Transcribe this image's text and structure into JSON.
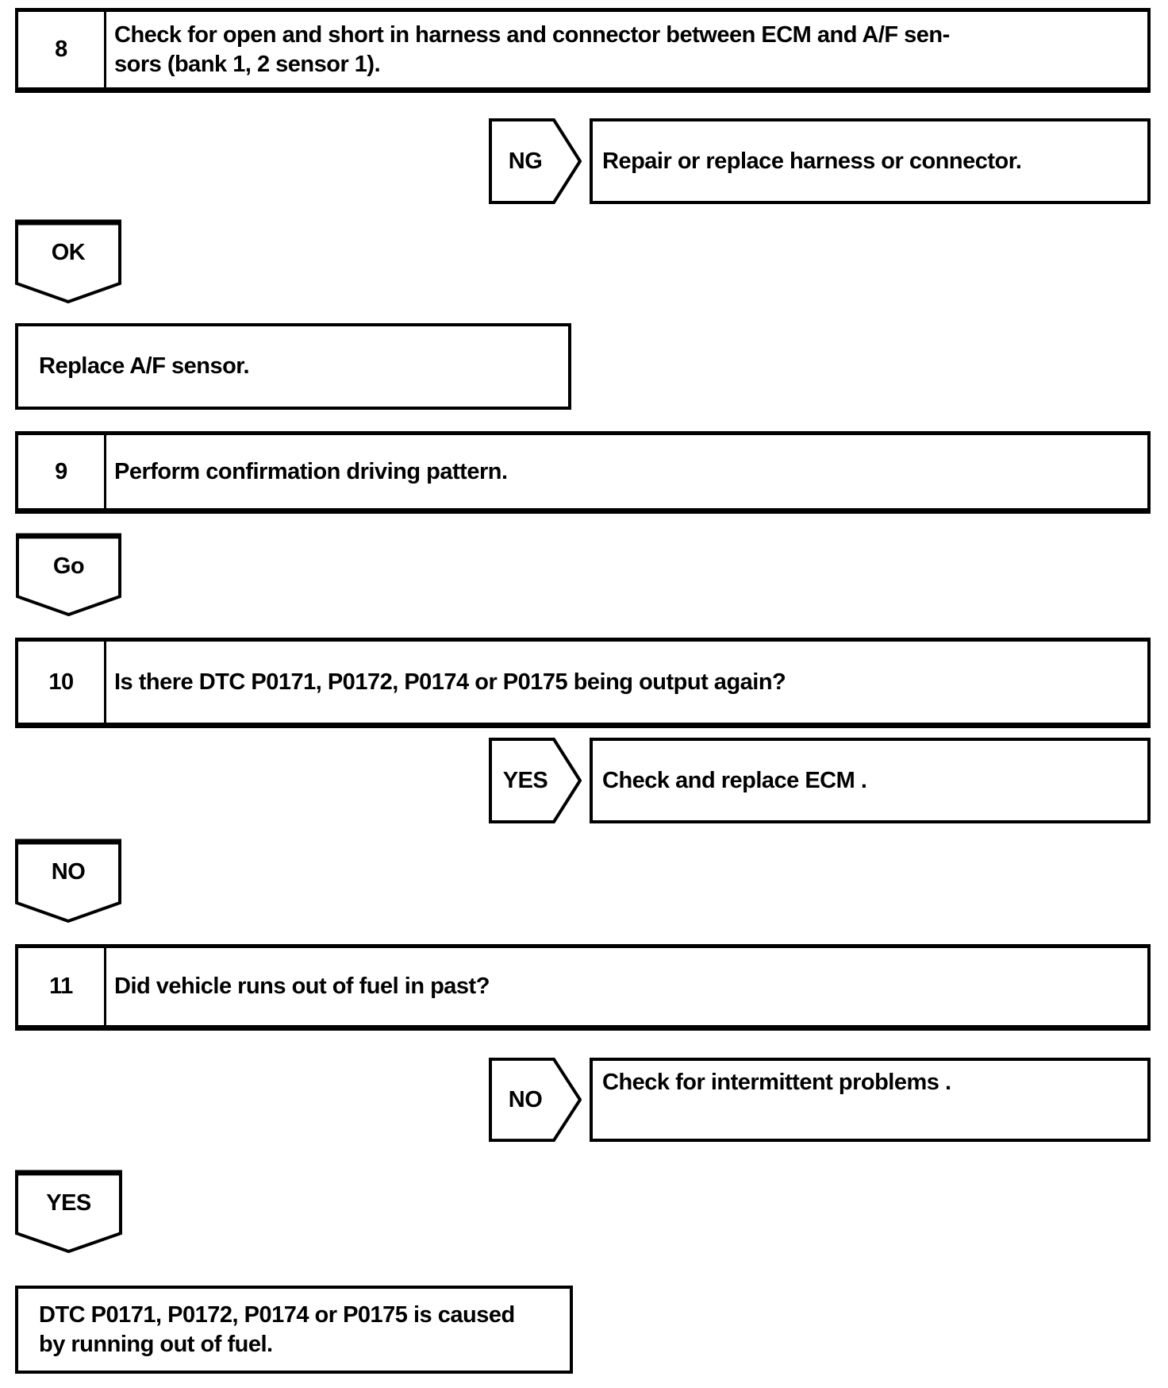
{
  "meta": {
    "background_color": "#ffffff",
    "line_color": "#000000",
    "diagram_type": "troubleshooting-flowchart"
  },
  "nodes": {
    "step8": {
      "number": "8",
      "line1": "Check for open and short in harness and connector between ECM and A/F sen-",
      "line2": "sors (bank 1, 2 sensor 1)."
    },
    "ng_row": {
      "label": "NG",
      "result": "Repair or replace harness or connector."
    },
    "ok": {
      "label": "OK"
    },
    "replace_af": {
      "text": "Replace A/F sensor."
    },
    "step9": {
      "number": "9",
      "line1": "Perform confirmation driving pattern."
    },
    "go": {
      "label": "Go"
    },
    "step10": {
      "number": "10",
      "line1": "Is there DTC P0171, P0172, P0174 or P0175 being output again?"
    },
    "yes_row": {
      "label": "YES",
      "result": "Check and replace ECM ."
    },
    "no_down": {
      "label": "NO"
    },
    "step11": {
      "number": "11",
      "line1": "Did vehicle runs out of fuel in past?"
    },
    "no_row": {
      "label": "NO",
      "result": "Check for intermittent problems ."
    },
    "yes_down": {
      "label": "YES"
    },
    "conclusion": {
      "line1": "DTC P0171, P0172, P0174 or P0175 is caused",
      "line2": "by running out of fuel."
    }
  }
}
